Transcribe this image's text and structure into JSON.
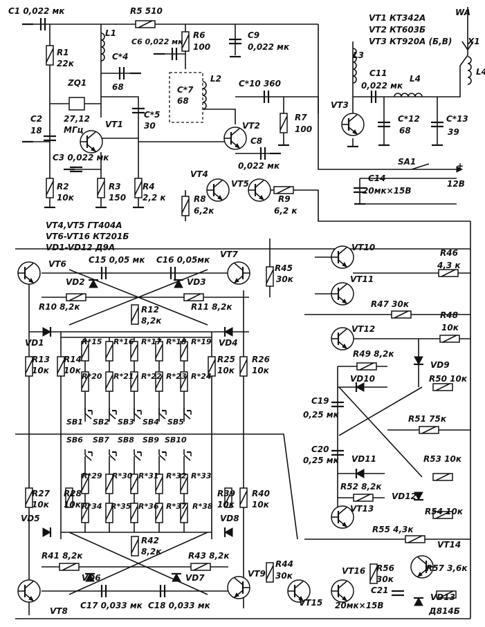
{
  "legend_top": {
    "vt1": "VT1  КТ342А",
    "vt2": "VT2  КТ603Б",
    "vt3": "VT3  КТ920А (Б,В)"
  },
  "legend_mid": {
    "l1": "VT4,VT5  ГТ404А",
    "l2": "VT6-VT16  КТ201Б",
    "l3": "VD1-VD12  Д9А"
  },
  "labels": {
    "wa": "WA",
    "x1": "X1",
    "l4right": "L4",
    "c1": "C1 0,022 мк",
    "r5": "R5  510",
    "l1": "L1",
    "c6": "C6 0,022 мк",
    "r6": "R6",
    "r6v": "100",
    "c9": "C9",
    "c9v": "0,022 мк",
    "r1": "R1",
    "r1v": "22к",
    "c4": "C*4",
    "c4v": "68",
    "l2": "L2",
    "c7": "C*7",
    "c7v": "68",
    "c10": "C*10  360",
    "l3": "L3",
    "c11": "C11",
    "c11v": "0,022 мк",
    "l4": "L4",
    "zq1": "ZQ1",
    "zqf": "27,12",
    "zqu": "МГц",
    "c2": "C2",
    "c2v": "18",
    "vt1": "VT1",
    "c5": "C*5",
    "c5v": "30",
    "r7": "R7",
    "r7v": "100",
    "vt3": "VT3",
    "c12": "C*12",
    "c12v": "68",
    "c13": "C*13",
    "c13v": "39",
    "vt2": "VT2",
    "c8": "C8",
    "c8v": "0,022 мк",
    "c3": "C3 0,022 мк",
    "r2": "R2",
    "r2v": "10к",
    "r3": "R3",
    "r3v": "150",
    "r4": "R4",
    "r4v": "2,2 к",
    "sa1": "SA1",
    "plus": "+",
    "c14": "C14",
    "c14v": "20мк×15В",
    "v12": "12В",
    "vt4": "VT4",
    "vt5": "VT5",
    "r8": "R8",
    "r8v": "6,2к",
    "r9": "R9",
    "r9v": "6,2 к",
    "vt6": "VT6",
    "c15": "C15  0,05 мк",
    "c16": "C16  0,05мк",
    "vt7": "VT7",
    "r45": "R45",
    "r45v": "30к",
    "vt10": "VT10",
    "vt11": "VT11",
    "r46": "R46",
    "r46v": "4,3 к",
    "vd2": "VD2",
    "vd3": "VD3",
    "r10": "R10  8,2к",
    "r11": "R11  8,2к",
    "r12": "R12",
    "r12v": "8,2к",
    "r47": "R47  30к",
    "r48": "R48",
    "r48v": "10к",
    "vd1": "VD1",
    "vd4": "VD4",
    "vt12": "VT12",
    "r15": "R*15",
    "r16": "R*16",
    "r17": "R*17",
    "r18": "R*18",
    "r19": "R*19",
    "r13": "R13",
    "r13v": "10к",
    "r14": "R14",
    "r14v": "10к",
    "r25": "R25",
    "r25v": "10к",
    "r26": "R26",
    "r26v": "10к",
    "r49": "R49  8,2к",
    "vd9": "VD9",
    "vd10": "VD10",
    "r20": "R*20",
    "r21": "R*21",
    "r22": "R*22",
    "r23": "R*23",
    "r24": "R*24",
    "r50": "R50  10к",
    "c19": "C19",
    "c19v": "0,25 мк",
    "sb1": "SB1",
    "sb2": "SB2",
    "sb3": "SB3",
    "sb4": "SB4",
    "sb5": "SB5",
    "r51": "R51  75к",
    "sb6": "SB6",
    "sb7": "SB7",
    "sb8": "SB8",
    "sb9": "SB9",
    "sb10": "SB10",
    "c20": "C20",
    "c20v": "0,25 мк",
    "vd11": "VD11",
    "r53": "R53  10к",
    "r29": "R*29",
    "r30": "R*30",
    "r31": "R*31",
    "r32": "R*32",
    "r33": "R*33",
    "r52": "R52  8,2к",
    "vd12": "VD12",
    "r27": "R27",
    "r27v": "10к",
    "r28": "R28",
    "r28v": "10к",
    "r39": "R39",
    "r39v": "10к",
    "r40": "R40",
    "r40v": "10к",
    "r34": "R*34",
    "r35": "R*35",
    "r36": "R*36",
    "r37": "R*37",
    "r38": "R*38",
    "vt13": "VT13",
    "r54": "R54  10к",
    "vd5": "VD5",
    "vd8": "VD8",
    "r42": "R42",
    "r42v": "8,2к",
    "r55": "R55  4,3к",
    "vt14": "VT14",
    "r41": "R41  8,2к",
    "r43": "R43  8,2к",
    "vd6": "VD6",
    "vd7": "VD7",
    "r44": "R44",
    "r44v": "30к",
    "vt16": "VT16",
    "r56": "R56",
    "r56v": "30к",
    "r57": "R57  3,6к",
    "vd13": "VD13",
    "vd13t": "Д814Б",
    "vt8": "VT8",
    "c17": "C17  0,033 мк",
    "c18": "C18  0,033 мк",
    "vt9": "VT9",
    "vt15": "VT15",
    "c21": "C21",
    "c21v": "20мк×15В"
  }
}
